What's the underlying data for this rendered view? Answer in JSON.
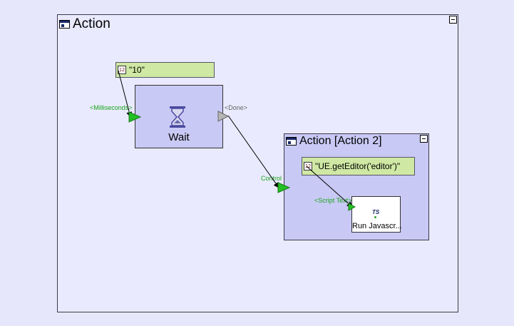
{
  "outer_action": {
    "title": "Action"
  },
  "inner_action": {
    "title": "Action [Action 2]"
  },
  "value_milliseconds": {
    "text": "\"10\""
  },
  "value_script": {
    "text": "\"UE.getEditor('editor')\""
  },
  "wait_node": {
    "label": "Wait",
    "input_port": "<Milliseconds>",
    "output_port": "<Done>"
  },
  "control_port": {
    "label": "Control"
  },
  "run_node": {
    "label": "Run Javascr...",
    "icon_text": "TS",
    "input_port": "<Script Text>"
  },
  "colors": {
    "background": "#e7e7fb",
    "container": "#eaeaff",
    "node": "#c9c9f5",
    "value_box": "#cfe8a4",
    "port_active": "#22c022",
    "port_inactive": "#b5b5b5"
  },
  "icons": [
    "window-icon",
    "collapse-icon",
    "value-icon",
    "hourglass-icon",
    "javascript-icon"
  ]
}
